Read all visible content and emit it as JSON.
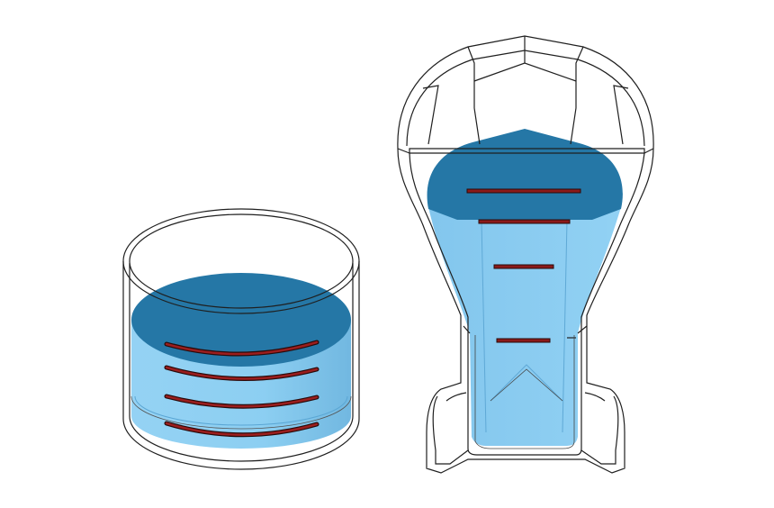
{
  "colors": {
    "background": "#ffffff",
    "outline": "#1f1f1f",
    "liquid_surface": "#2577a6",
    "liquid_body": "#7fc7ee",
    "liquid_body_deep": "#a9dcf7",
    "electrode": "#8b1a1a"
  },
  "vessels": [
    {
      "name": "cylindrical-tank",
      "electrode_count": 4
    },
    {
      "name": "flared-funnel-tank",
      "electrode_count": 4
    }
  ]
}
